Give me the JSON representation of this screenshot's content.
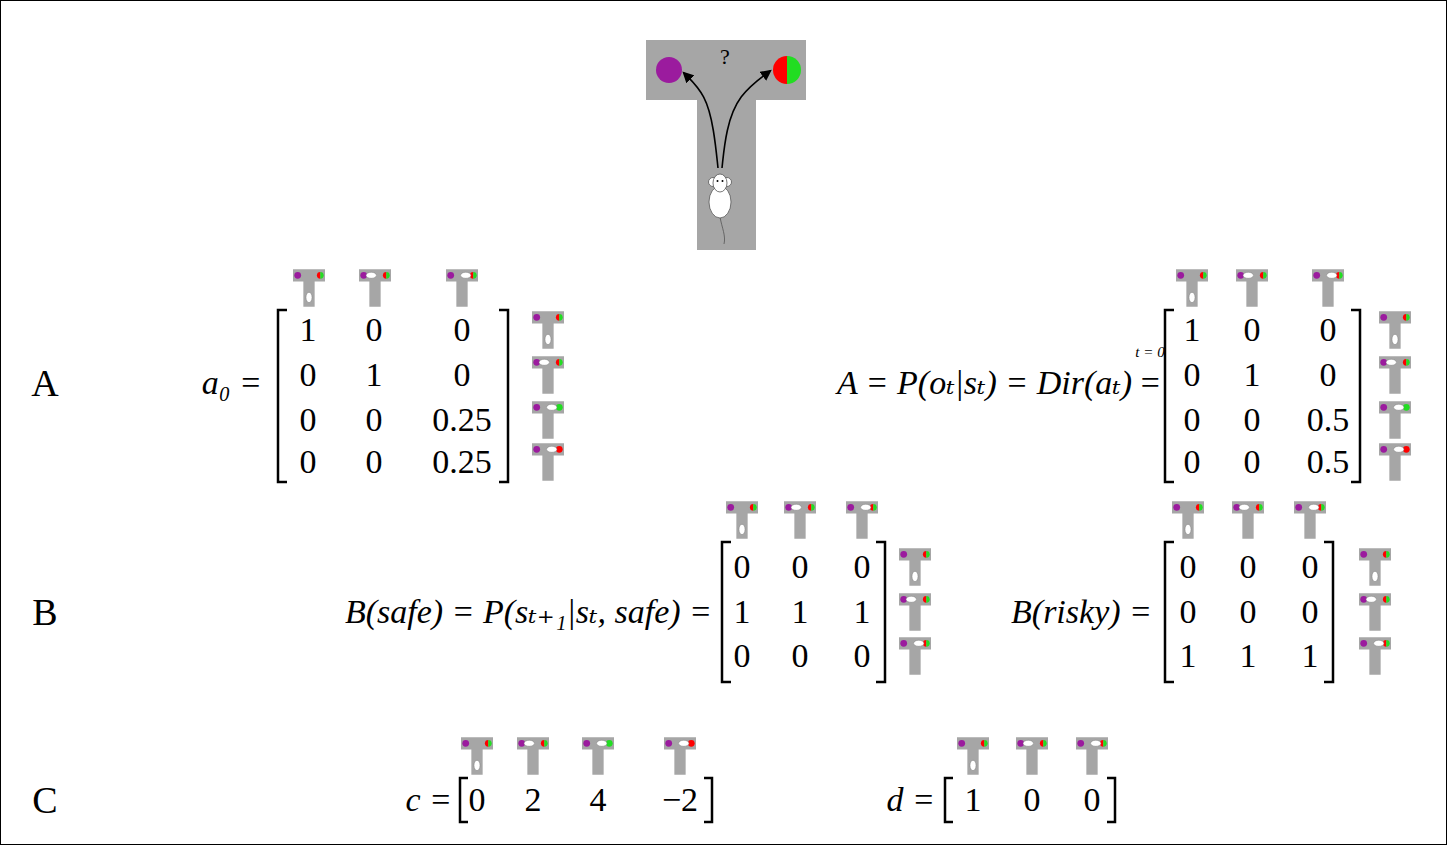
{
  "diagram": {
    "nodes": [
      {
        "text": [
          "?"
        ]
      }
    ],
    "labels": [
      "A",
      "a₀ =",
      "1",
      "0",
      "0",
      "0",
      "1",
      "0",
      "0",
      "0",
      "0.25",
      "0",
      "0",
      "0.25",
      "A = P(oₜ|sₜ) = Dir(aₜ)",
      "t = 0",
      "=",
      "1",
      "0",
      "0",
      "0",
      "1",
      "0",
      "0",
      "0",
      "0.5",
      "0",
      "0",
      "0.5",
      "B",
      "B(safe) = P(sₜ₊₁|sₜ, safe) =",
      "0",
      "0",
      "0",
      "1",
      "1",
      "1",
      "0",
      "0",
      "0",
      "B(risky) =",
      "0",
      "0",
      "0",
      "0",
      "0",
      "0",
      "1",
      "1",
      "1",
      "C",
      "c =",
      "0",
      "2",
      "4",
      "−2",
      "d =",
      "1",
      "0",
      "0"
    ]
  }
}
